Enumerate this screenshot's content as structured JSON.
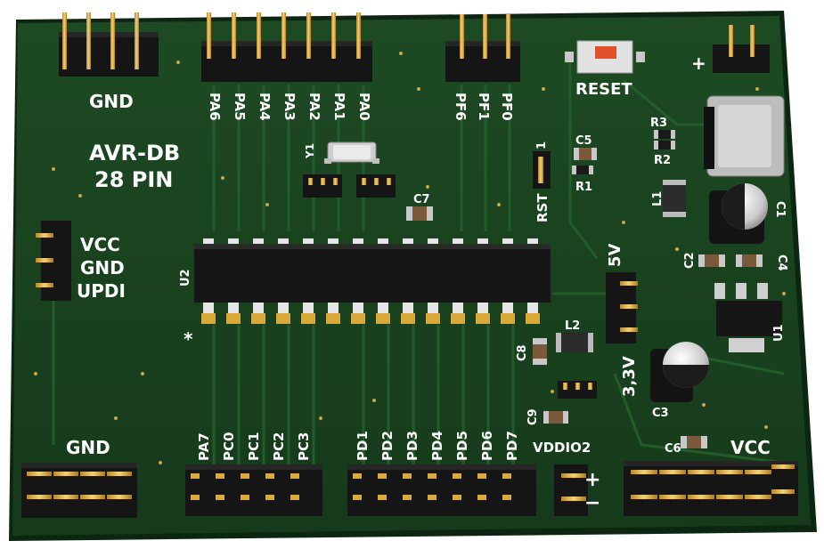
{
  "board": {
    "title_line1": "AVR-DB",
    "title_line2": "28 PIN",
    "chip_ref": "U2",
    "crystal_ref": "Y1",
    "reset_label": "RESET",
    "star_mark": "*",
    "pin1_mark": "1",
    "colors": {
      "pcb": "#183f1e",
      "pcb_edge": "#0d2611",
      "trace": "#1f5526",
      "silk": "#ffffff",
      "gold": "#d9a93a",
      "header": "#151515",
      "chip": "#161616"
    }
  },
  "headers": {
    "top_gnd": "GND",
    "top_pa": [
      "PA6",
      "PA5",
      "PA4",
      "PA3",
      "PA2",
      "PA1",
      "PA0"
    ],
    "top_pf": [
      "PF6",
      "PF1",
      "PF0"
    ],
    "left_updi": [
      "VCC",
      "GND",
      "UPDI"
    ],
    "bottom_gnd": "GND",
    "bottom_pc": [
      "PA7",
      "PC0",
      "PC1",
      "PC2",
      "PC3"
    ],
    "bottom_pd": [
      "PD1",
      "PD2",
      "PD3",
      "PD4",
      "PD5",
      "PD6",
      "PD7"
    ],
    "bottom_vcc": "VCC",
    "vddio2": "VDDIO2",
    "plus": "+",
    "minus": "−",
    "v5": "5V",
    "v33": "3,3V",
    "rst": "RST"
  },
  "components": {
    "C1": "C1",
    "C2": "C2",
    "C3": "C3",
    "C4": "C4",
    "C5": "C5",
    "C6": "C6",
    "C7": "C7",
    "C8": "C8",
    "C9": "C9",
    "R1": "R1",
    "R2": "R2",
    "R3": "R3",
    "L1": "L1",
    "L2": "L2",
    "U1": "U1"
  }
}
